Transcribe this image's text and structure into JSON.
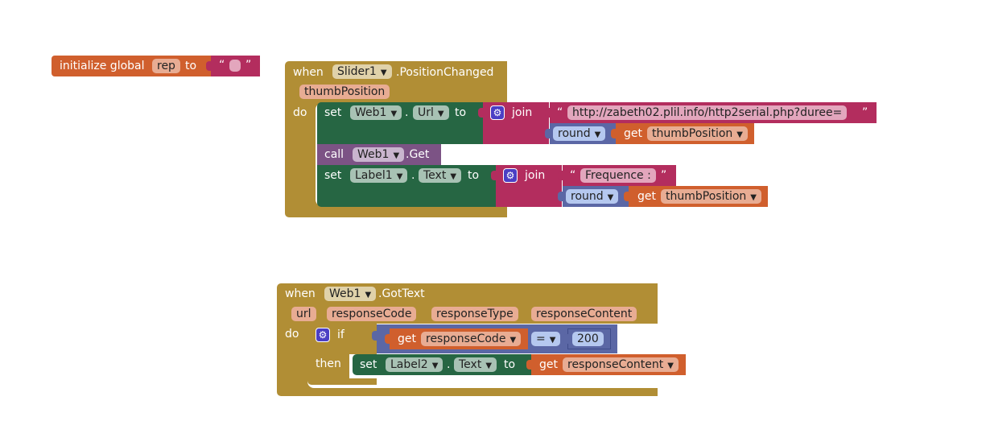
{
  "init": {
    "kw_initialize": "initialize global",
    "var_name": "rep",
    "kw_to": "to",
    "open_quote": "“",
    "close_quote": "”"
  },
  "slider_event": {
    "kw_when": "when",
    "component": "Slider1",
    "event": ".PositionChanged",
    "param": "thumbPosition",
    "kw_do": "do",
    "set_url": {
      "kw_set": "set",
      "component": "Web1",
      "dot": ".",
      "property": "Url",
      "kw_to": "to",
      "kw_join": "join",
      "open_quote": "“",
      "text": "http://zabeth02.plil.info/http2serial.php?duree=",
      "close_quote": "”",
      "kw_round": "round",
      "kw_get": "get",
      "get_var": "thumbPosition"
    },
    "call_get": {
      "kw_call": "call",
      "component": "Web1",
      "method": ".Get"
    },
    "set_label": {
      "kw_set": "set",
      "component": "Label1",
      "dot": ".",
      "property": "Text",
      "kw_to": "to",
      "kw_join": "join",
      "open_quote": "“",
      "text": "Frequence : ",
      "close_quote": "”",
      "kw_round": "round",
      "kw_get": "get",
      "get_var": "thumbPosition"
    }
  },
  "web_event": {
    "kw_when": "when",
    "component": "Web1",
    "event": ".GotText",
    "params": [
      "url",
      "responseCode",
      "responseType",
      "responseContent"
    ],
    "kw_do": "do",
    "kw_if": "if",
    "kw_get": "get",
    "cond_var": "responseCode",
    "op": "=",
    "number": "200",
    "kw_then": "then",
    "kw_set": "set",
    "component2": "Label2",
    "dot": ".",
    "property": "Text",
    "kw_to": "to",
    "kw_get2": "get",
    "value_var": "responseContent"
  },
  "colors": {
    "event": "#b18e35",
    "component_set": "#266643",
    "component_call": "#7c5385",
    "variable": "#d05f2d",
    "text": "#b32d5e",
    "math": "#5b67a5",
    "mutator": "#4b3fc4"
  },
  "icons": [
    "dropdown-arrow-icon",
    "mutator-gear-icon"
  ]
}
